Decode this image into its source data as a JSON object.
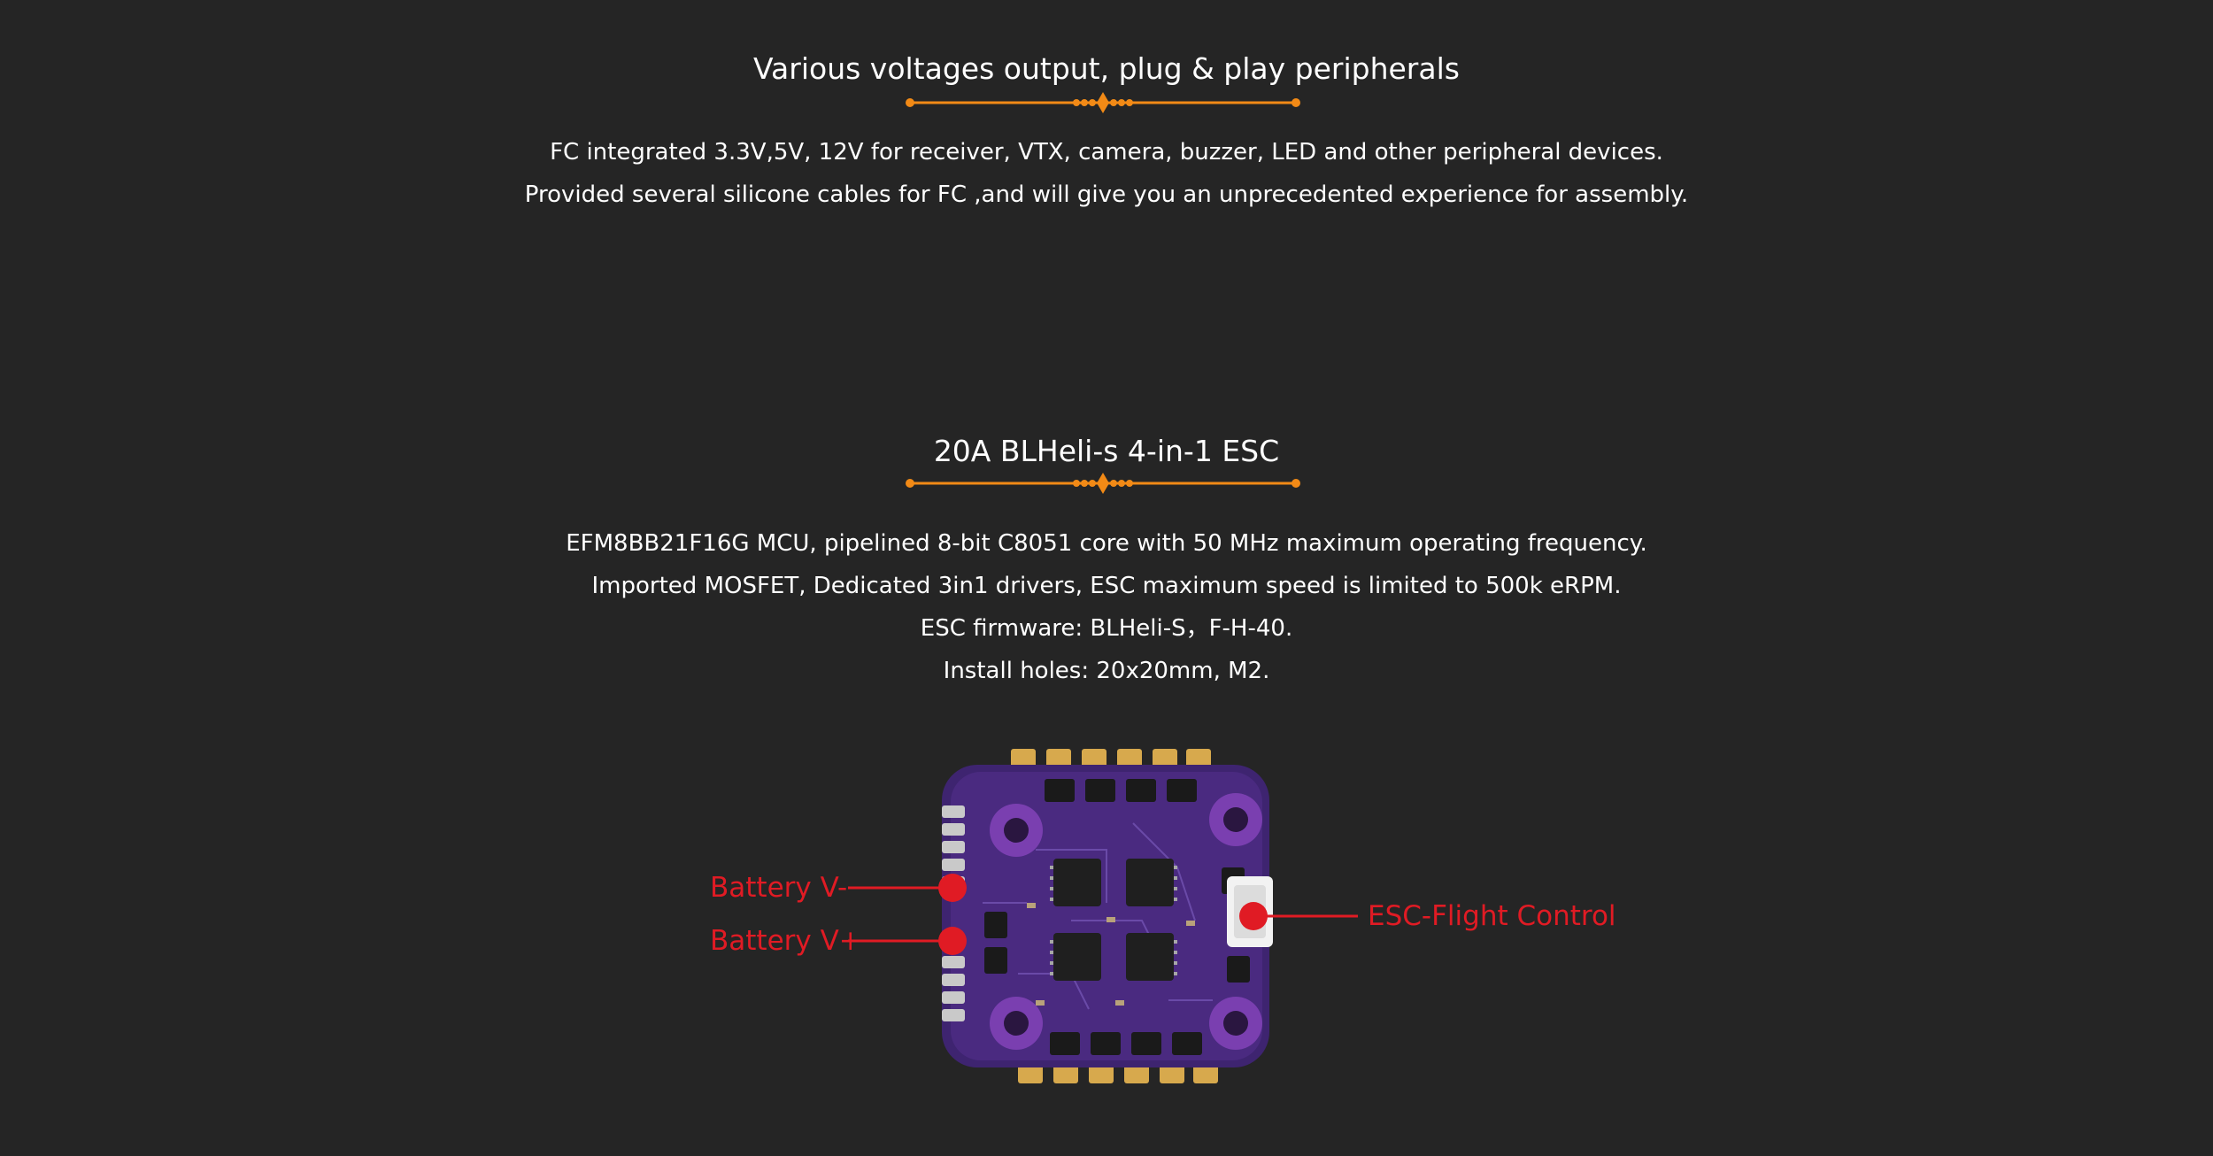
{
  "section1": {
    "title": "Various voltages output, plug & play peripherals",
    "lines": [
      "FC integrated 3.3V,5V, 12V for receiver, VTX, camera, buzzer, LED and other peripheral devices.",
      "Provided several silicone cables for FC ,and will give you an unprecedented experience for assembly."
    ]
  },
  "section2": {
    "title": "20A BLHeli-s 4-in-1 ESC",
    "lines": [
      "EFM8BB21F16G MCU, pipelined 8-bit C8051 core with 50 MHz maximum operating frequency.",
      "Imported MOSFET, Dedicated 3in1 drivers, ESC maximum speed is limited to 500k eRPM.",
      "ESC firmware: BLHeli-S，F-H-40.",
      "Install holes: 20x20mm, M2."
    ]
  },
  "callouts": {
    "battery_minus": "Battery V-",
    "battery_plus": "Battery V+",
    "esc_fc": "ESC-Flight Control"
  },
  "colors": {
    "background": "#252525",
    "accent": "#f28a16",
    "callout": "#e01b24",
    "board": "#4a2a80"
  }
}
